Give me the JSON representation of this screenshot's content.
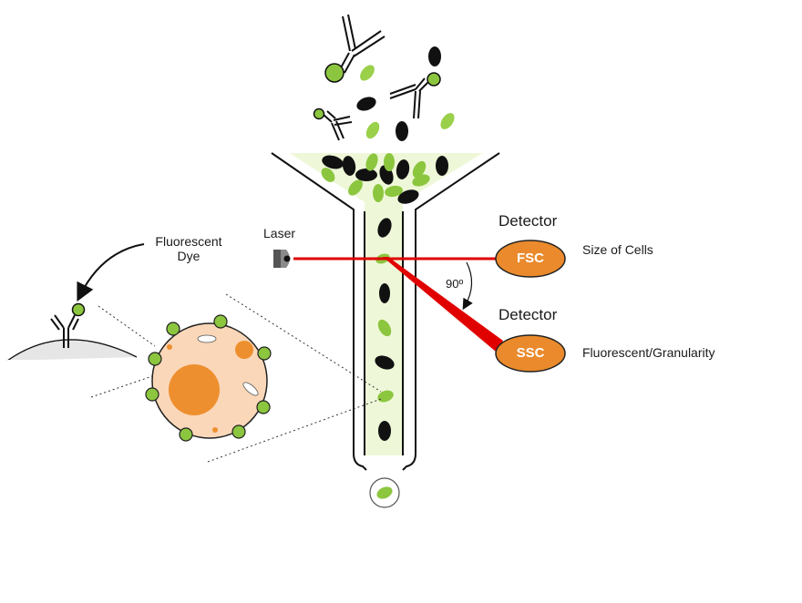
{
  "labels": {
    "fluorescent_dye": [
      "Fluorescent",
      "Dye"
    ],
    "laser": "Laser",
    "detector_fsc": "Detector",
    "detector_ssc": "Detector",
    "fsc": "FSC",
    "ssc": "SSC",
    "angle": "90º",
    "size_of_cells": "Size of Cells",
    "fluorescent_granularity": "Fluorescent/Granularity"
  },
  "colors": {
    "cell_green": "#8cc63f",
    "cell_green_light": "#9ad04a",
    "channel_fill": "#eef8d8",
    "cell_black": "#111111",
    "laser_red": "#e00000",
    "detector_orange": "#ea8a2c",
    "cell_body": "#fad7b8",
    "nucleus_orange": "#ee8f2f"
  },
  "icons": {
    "laser_source": "laser-source-icon",
    "antibody": "antibody-icon"
  }
}
